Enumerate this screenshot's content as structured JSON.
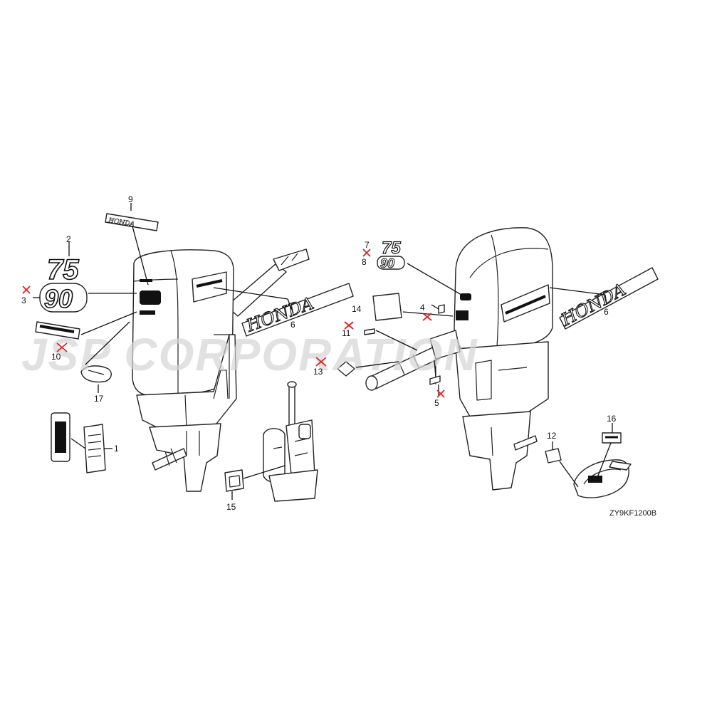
{
  "watermark": "JSP CORPORATION",
  "diagram_code": "ZY9KF1200B",
  "decals": {
    "model_75": "75",
    "model_90": "90",
    "brand": "HONDA"
  },
  "callouts": [
    {
      "id": "1"
    },
    {
      "id": "2"
    },
    {
      "id": "3"
    },
    {
      "id": "4"
    },
    {
      "id": "5"
    },
    {
      "id": "6"
    },
    {
      "id": "6"
    },
    {
      "id": "7"
    },
    {
      "id": "8"
    },
    {
      "id": "9"
    },
    {
      "id": "10"
    },
    {
      "id": "11"
    },
    {
      "id": "12"
    },
    {
      "id": "13"
    },
    {
      "id": "14"
    },
    {
      "id": "15"
    },
    {
      "id": "16"
    },
    {
      "id": "17"
    }
  ],
  "colors": {
    "line": "#111111",
    "not_available_mark": "#e02020",
    "watermark": "#d4d4d4"
  }
}
